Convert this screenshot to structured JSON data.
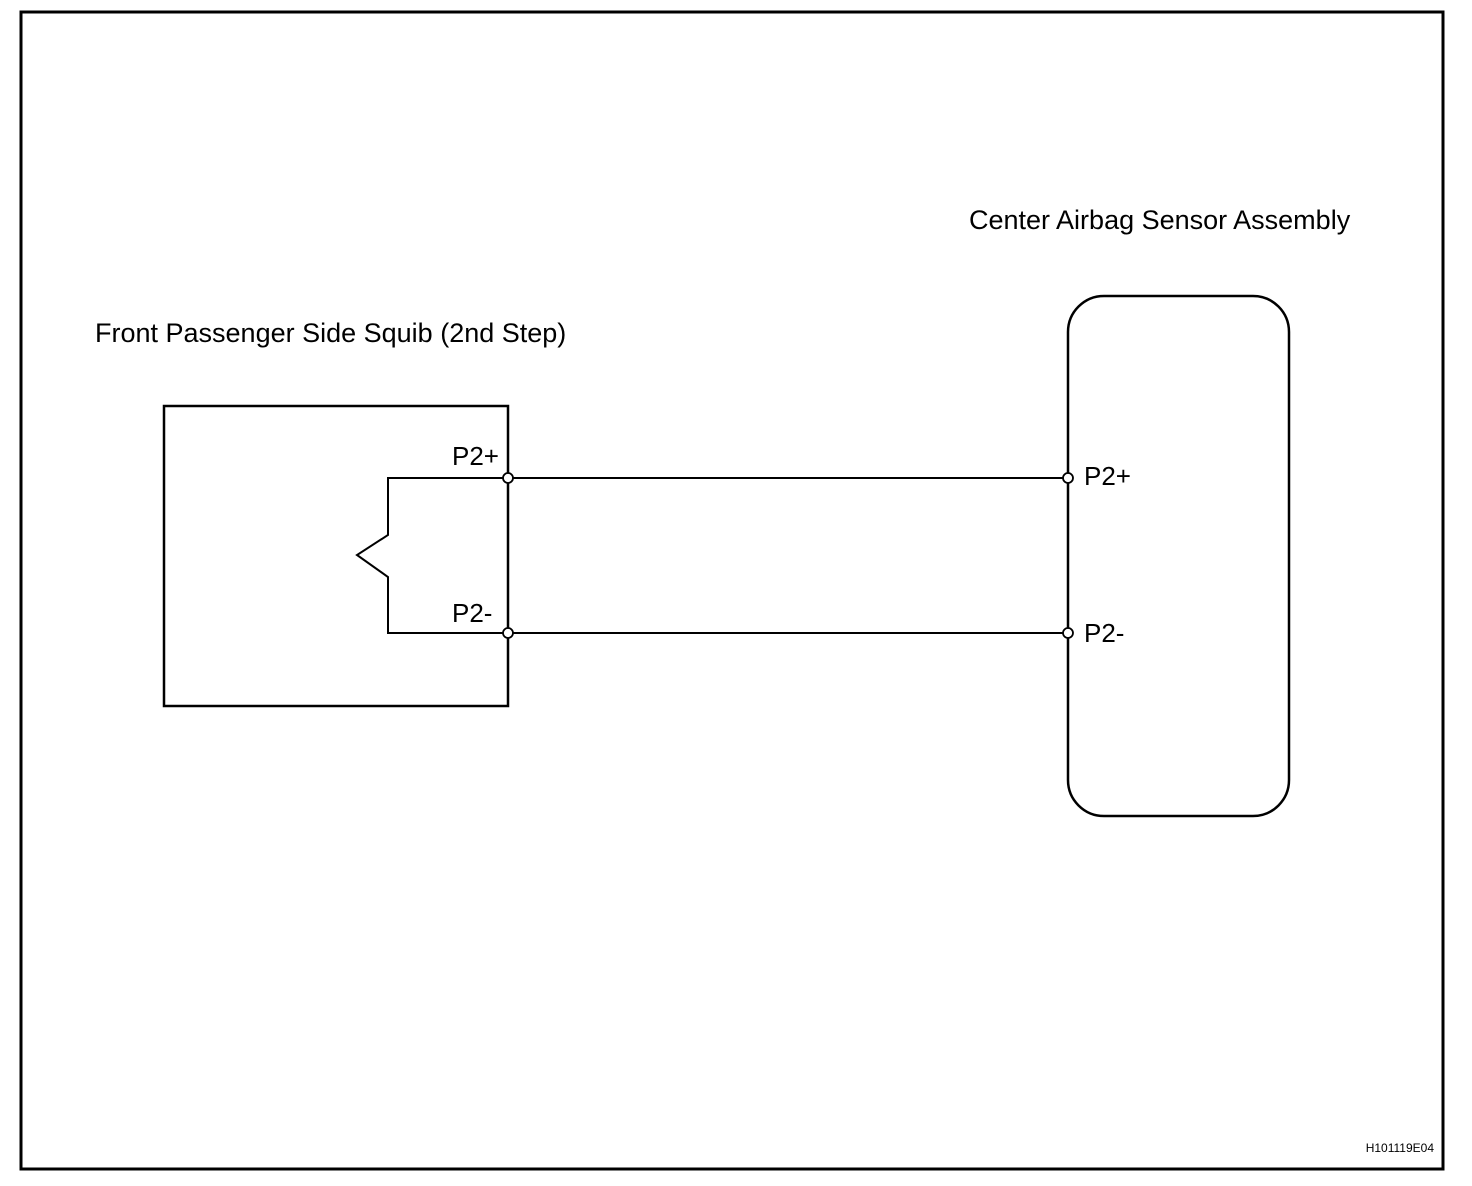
{
  "colors": {
    "line": "#000000",
    "background": "#ffffff",
    "terminal_fill": "#ffffff"
  },
  "squib": {
    "title": "Front Passenger Side Squib (2nd Step)",
    "pin_pos": "P2+",
    "pin_neg": "P2-"
  },
  "sensor": {
    "title": "Center Airbag Sensor Assembly",
    "pin_pos": "P2+",
    "pin_neg": "P2-"
  },
  "figure_code": "H101119E04"
}
